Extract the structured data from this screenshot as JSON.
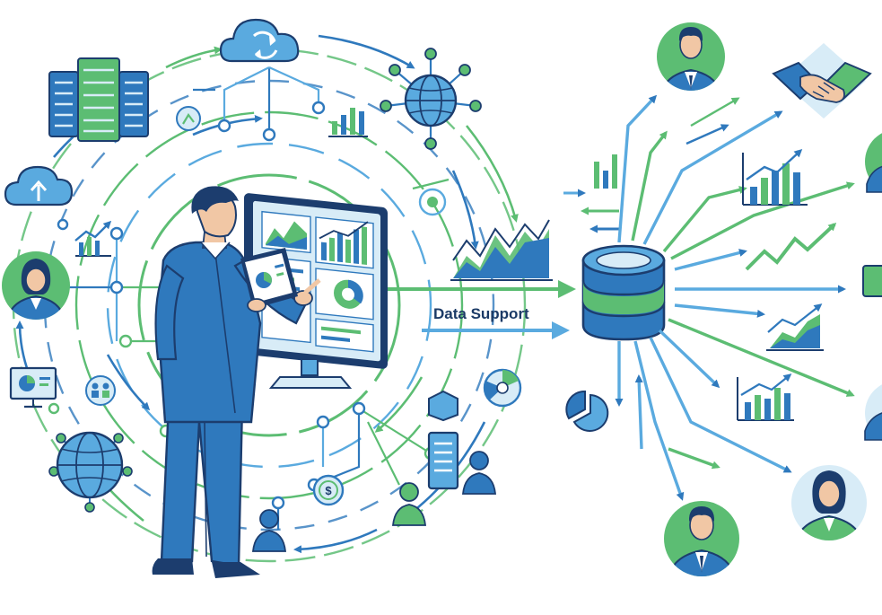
{
  "diagram": {
    "label": "Data Support",
    "colors": {
      "blue": "#2f79bd",
      "dark": "#1c3d6e",
      "light_blue": "#5aaadf",
      "green": "#5cbd73",
      "pale": "#d8ecf7",
      "skin": "#f1c7a5"
    },
    "icons": {
      "left_cluster": [
        "server-rack-icon",
        "cloud-sync-icon",
        "globe-network-icon",
        "bar-chart-icon",
        "cloud-upload-icon",
        "line-chart-icon",
        "woman-avatar-icon",
        "monitor-pie-icon",
        "team-icon",
        "globe-icon",
        "target-icon",
        "server-tower-icon",
        "users-icon",
        "dollar-coin-icon",
        "user-icon"
      ],
      "center": [
        "analyst-figure",
        "monitor-dashboard",
        "tablet-icon",
        "area-chart-icon"
      ],
      "hub": [
        "database-icon"
      ],
      "right_cluster": [
        "businessman-avatar-icon",
        "handshake-icon",
        "growth-bar-chart-icon",
        "trend-line-icon",
        "rising-area-chart-icon",
        "bar-chart-icon",
        "pie-slice-icon",
        "businessman-avatar-icon",
        "businesswoman-avatar-icon"
      ]
    }
  }
}
